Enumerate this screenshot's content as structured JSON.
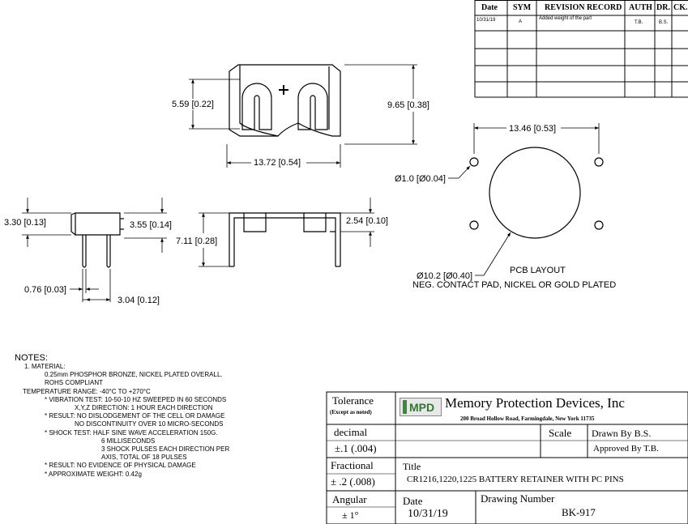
{
  "revision_table": {
    "headers": [
      "Date",
      "SYM",
      "REVISION RECORD",
      "AUTH",
      "DR.",
      "CK."
    ],
    "rows": [
      [
        "10/31/19",
        "A",
        "Added weight of the part",
        "T.B.",
        "B.S.",
        ""
      ]
    ]
  },
  "dimensions": {
    "top_height": "5.59 [0.22]",
    "top_width": "13.72 [0.54]",
    "top_total_height": "9.65 [0.38]",
    "side_height_left": "3.30 [0.13]",
    "side_height_right": "3.55 [0.14]",
    "pin_width": "0.76 [0.03]",
    "pin_spacing": "3.04 [0.12]",
    "front_height": "7.11 [0.28]",
    "front_tab": "2.54 [0.10]",
    "pcb_span": "13.46 [0.53]",
    "pcb_hole": "Ø1.0 [Ø0.04]",
    "pcb_pad": "Ø10.2 [Ø0.40]"
  },
  "pcb_layout": {
    "title": "PCB LAYOUT",
    "subtitle": "NEG. CONTACT PAD, NICKEL OR GOLD PLATED"
  },
  "notes": {
    "title": "NOTES:",
    "lines": [
      {
        "text": "1. MATERIAL:",
        "indent": 1
      },
      {
        "text": "0.25mm PHOSPHOR BRONZE, NICKEL PLATED OVERALL.",
        "indent": 3
      },
      {
        "text": "ROHS COMPLIANT",
        "indent": 3
      },
      {
        "text": "TEMPERATURE RANGE: -40°C TO +270°C",
        "indent": 0
      },
      {
        "text": "* VIBRATION TEST: 10-50-10 HZ SWEEPED IN 60 SECONDS",
        "indent": 2
      },
      {
        "text": "X,Y,Z DIRECTION: 1 HOUR EACH DIRECTION",
        "indent": 4
      },
      {
        "text": "* RESULT:  NO DISLODGEMENT OF THE CELL OR DAMAGE",
        "indent": 2
      },
      {
        "text": "NO DISCONTINUITY OVER 10 MICRO-SECONDS",
        "indent": 5
      },
      {
        "text": "* SHOCK TEST: HALF SINE  WAVE ACCELERATION 150G.",
        "indent": 2
      },
      {
        "text": "6 MILLISECONDS",
        "indent": 6
      },
      {
        "text": "3 SHOCK PULSES EACH DIRECTION PER",
        "indent": 6
      },
      {
        "text": "AXIS, TOTAL OF 18 PULSES",
        "indent": 6
      },
      {
        "text": "* RESULT: NO EVIDENCE OF PHYSICAL DAMAGE",
        "indent": 2
      },
      {
        "text": "* APPROXIMATE WEIGHT: 0.42g",
        "indent": 2
      }
    ]
  },
  "title_block": {
    "tolerance_label": "Tolerance",
    "tolerance_sub": "(Except as noted)",
    "logo_text": "MPD",
    "company": "Memory Protection Devices, Inc",
    "address": "200 Broad Hollow Road, Farmingdale, New York 11735",
    "decimal_label": "decimal",
    "decimal_value": "±.1 (.004)",
    "scale_label": "Scale",
    "drawn_by": "Drawn By B.S.",
    "approved_by": "Approved By T.B.",
    "fractional_label": "Fractional",
    "fractional_value": "± .2 (.008)",
    "title_label": "Title",
    "title_value": "CR1216,1220,1225 BATTERY RETAINER WITH PC PINS",
    "angular_label": "Angular",
    "angular_value": "± 1°",
    "date_label": "Date",
    "date_value": "10/31/19",
    "drawing_number_label": "Drawing Number",
    "drawing_number_value": "BK-917"
  }
}
